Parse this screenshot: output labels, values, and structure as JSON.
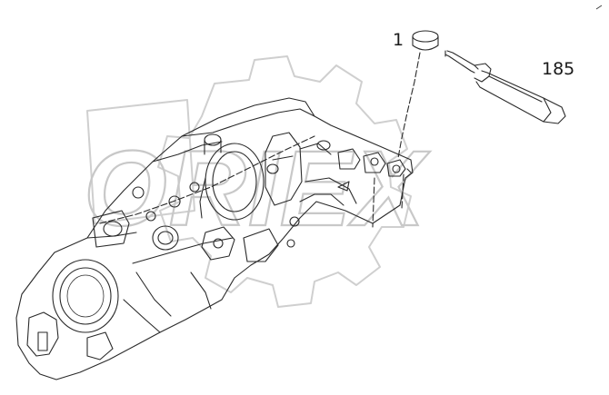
{
  "watermark": {
    "text": "ORIEX"
  },
  "callouts": [
    {
      "id": "part-1",
      "label": "1"
    },
    {
      "id": "part-185",
      "label": "185"
    }
  ],
  "colors": {
    "line": "#2a2a2a",
    "watermark": "#c8c8c8",
    "background": "#ffffff"
  }
}
